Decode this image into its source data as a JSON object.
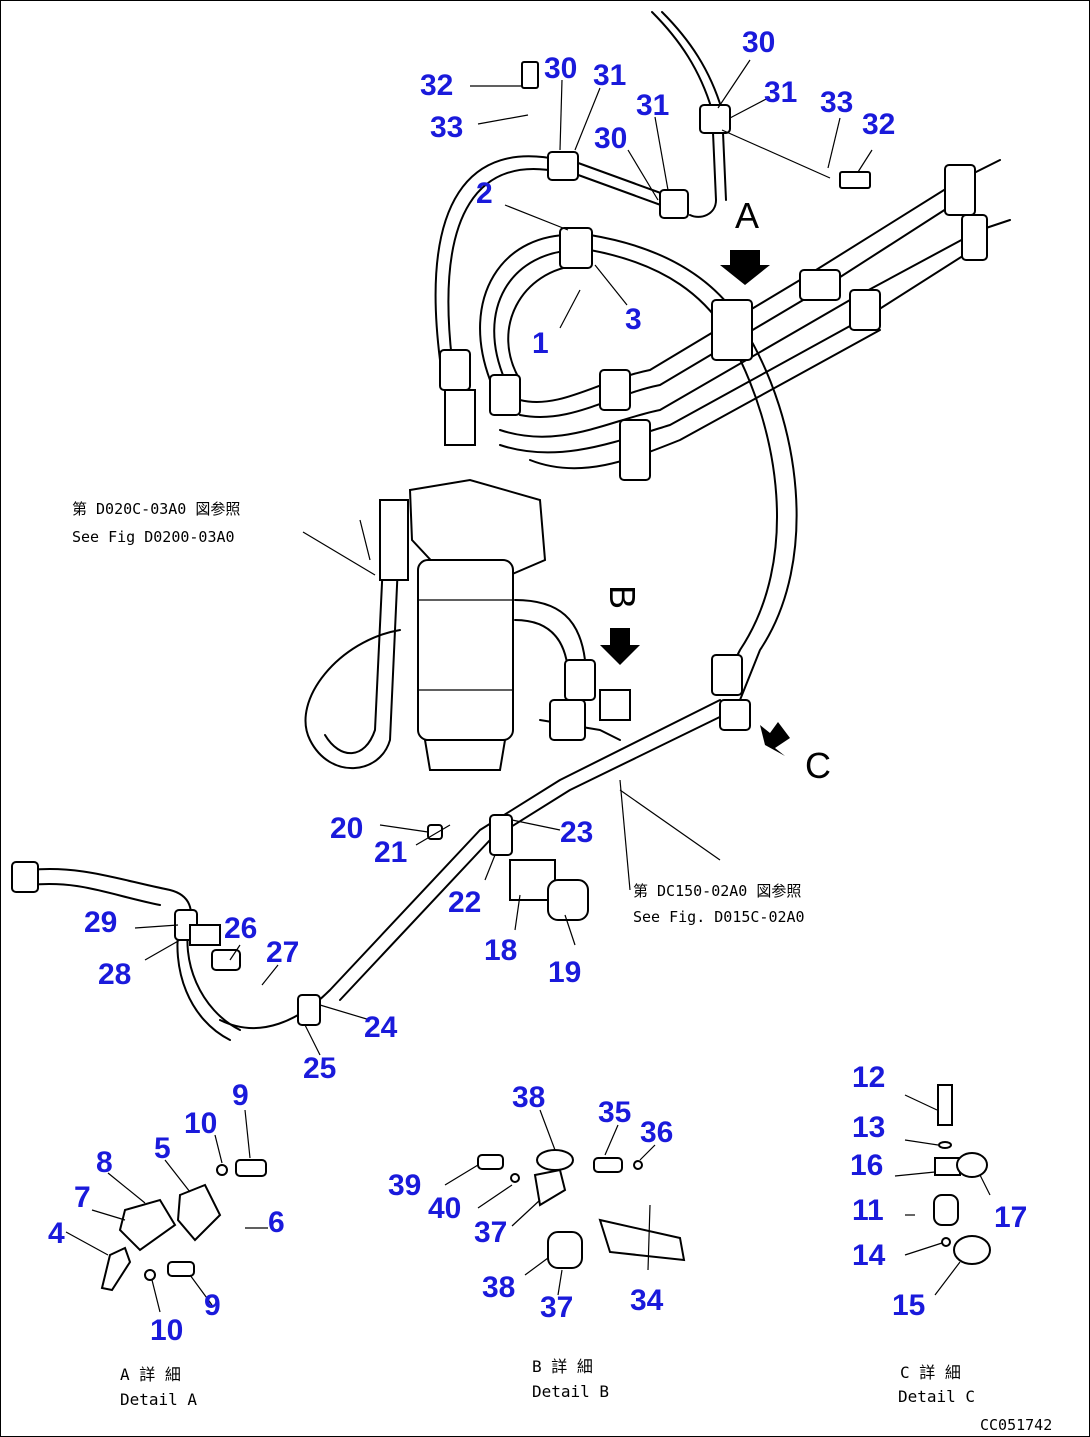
{
  "callouts": [
    {
      "id": "c32a",
      "text": "32"
    },
    {
      "id": "c33a",
      "text": "33"
    },
    {
      "id": "c30a",
      "text": "30"
    },
    {
      "id": "c31a",
      "text": "31"
    },
    {
      "id": "c31b",
      "text": "31"
    },
    {
      "id": "c30b",
      "text": "30"
    },
    {
      "id": "c30c",
      "text": "30"
    },
    {
      "id": "c31c",
      "text": "31"
    },
    {
      "id": "c33b",
      "text": "33"
    },
    {
      "id": "c32b",
      "text": "32"
    },
    {
      "id": "c2",
      "text": "2"
    },
    {
      "id": "c1",
      "text": "1"
    },
    {
      "id": "c3",
      "text": "3"
    },
    {
      "id": "c20",
      "text": "20"
    },
    {
      "id": "c21",
      "text": "21"
    },
    {
      "id": "c23",
      "text": "23"
    },
    {
      "id": "c22",
      "text": "22"
    },
    {
      "id": "c18",
      "text": "18"
    },
    {
      "id": "c19",
      "text": "19"
    },
    {
      "id": "c29",
      "text": "29"
    },
    {
      "id": "c28",
      "text": "28"
    },
    {
      "id": "c26",
      "text": "26"
    },
    {
      "id": "c27",
      "text": "27"
    },
    {
      "id": "c24",
      "text": "24"
    },
    {
      "id": "c25",
      "text": "25"
    },
    {
      "id": "c9a",
      "text": "9"
    },
    {
      "id": "c10a",
      "text": "10"
    },
    {
      "id": "c5",
      "text": "5"
    },
    {
      "id": "c8",
      "text": "8"
    },
    {
      "id": "c7",
      "text": "7"
    },
    {
      "id": "c6",
      "text": "6"
    },
    {
      "id": "c4",
      "text": "4"
    },
    {
      "id": "c9b",
      "text": "9"
    },
    {
      "id": "c10b",
      "text": "10"
    },
    {
      "id": "c38a",
      "text": "38"
    },
    {
      "id": "c35",
      "text": "35"
    },
    {
      "id": "c36",
      "text": "36"
    },
    {
      "id": "c39",
      "text": "39"
    },
    {
      "id": "c40",
      "text": "40"
    },
    {
      "id": "c37a",
      "text": "37"
    },
    {
      "id": "c38b",
      "text": "38"
    },
    {
      "id": "c37b",
      "text": "37"
    },
    {
      "id": "c34",
      "text": "34"
    },
    {
      "id": "c12",
      "text": "12"
    },
    {
      "id": "c13",
      "text": "13"
    },
    {
      "id": "c16",
      "text": "16"
    },
    {
      "id": "c11",
      "text": "11"
    },
    {
      "id": "c17",
      "text": "17"
    },
    {
      "id": "c14",
      "text": "14"
    },
    {
      "id": "c15",
      "text": "15"
    }
  ],
  "views": {
    "a": "A",
    "b": "B",
    "c": "C"
  },
  "notes": {
    "ref1_jp": "第 D020C-03A0 図参照",
    "ref1_en": "See Fig D0200-03A0",
    "ref2_jp": "第 DC150-02A0 図参照",
    "ref2_en": "See Fig. D015C-02A0"
  },
  "details": {
    "a_jp": "A 詳 細",
    "a_en": "Detail A",
    "b_jp": "B 詳 細",
    "b_en": "Detail B",
    "c_jp": "C 詳 細",
    "c_en": "Detail C"
  },
  "drawing_code": "CC051742"
}
